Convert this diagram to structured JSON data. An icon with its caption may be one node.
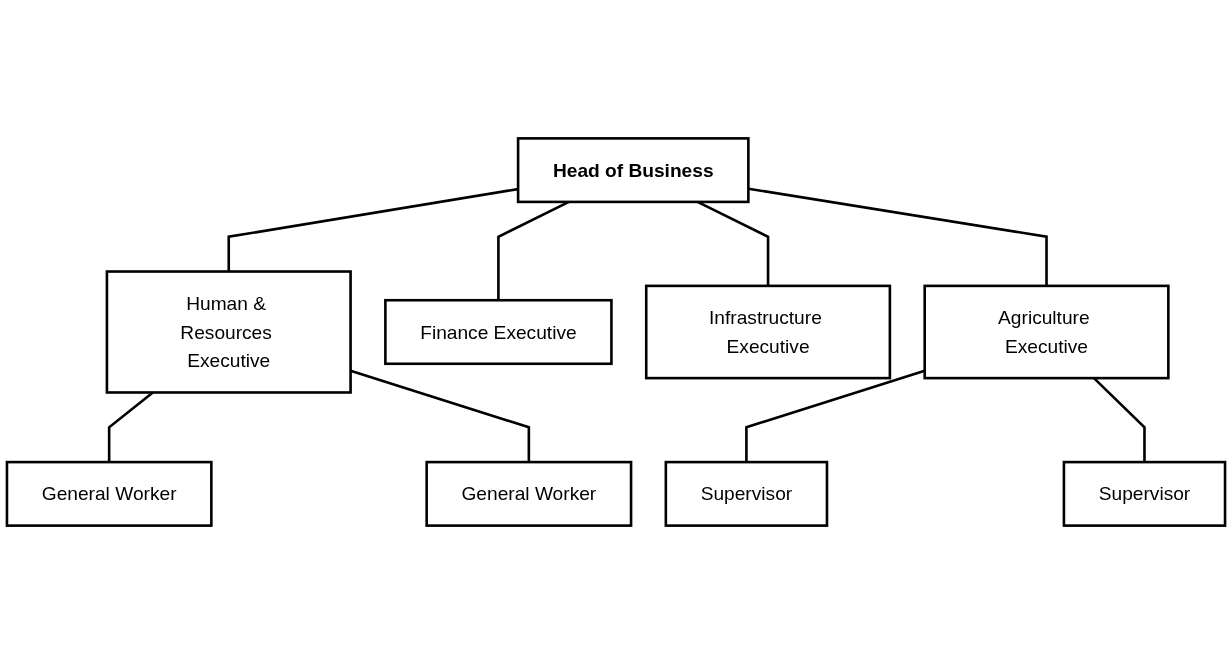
{
  "diagram": {
    "nodes": [
      {
        "text": [
          "Head of Business"
        ]
      },
      {
        "text": [
          "Human & Resources Executive"
        ]
      },
      {
        "text": [
          "Finance Executive"
        ]
      },
      {
        "text": [
          "Infrastructure Executive"
        ]
      },
      {
        "text": [
          "Agriculture Executive"
        ]
      },
      {
        "text": [
          "General Worker"
        ]
      },
      {
        "text": [
          "General Worker"
        ]
      },
      {
        "text": [
          "Supervisor"
        ]
      },
      {
        "text": [
          "Supervisor"
        ]
      }
    ],
    "edges": [
      {
        "from": 0,
        "to": 1,
        "arrow": "none"
      },
      {
        "from": 0,
        "to": 2,
        "arrow": "none"
      },
      {
        "from": 0,
        "to": 3,
        "arrow": "none"
      },
      {
        "from": 0,
        "to": 4,
        "arrow": "none"
      },
      {
        "from": 1,
        "to": 5,
        "arrow": "none"
      },
      {
        "from": 1,
        "to": 6,
        "arrow": "none"
      },
      {
        "from": 4,
        "to": 7,
        "arrow": "none"
      },
      {
        "from": 4,
        "to": 8,
        "arrow": "none"
      }
    ]
  }
}
